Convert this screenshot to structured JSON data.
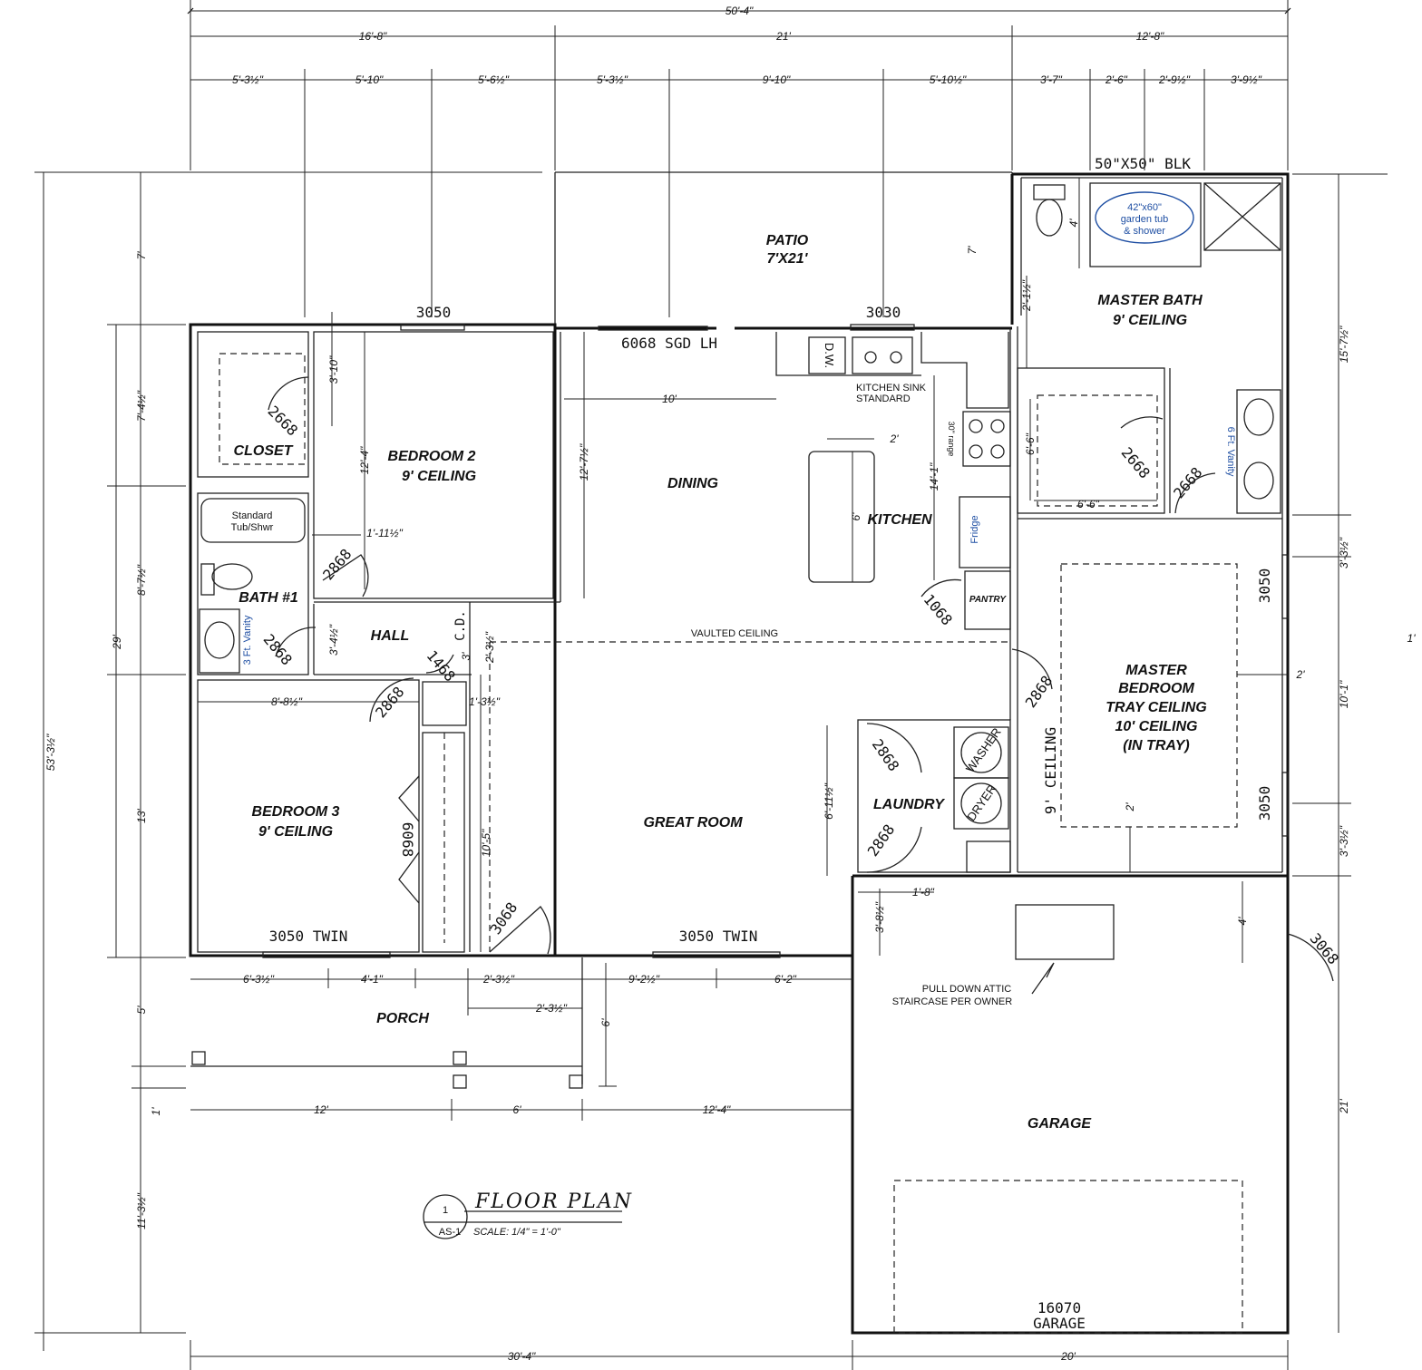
{
  "title": "FLOOR PLAN",
  "scale": "SCALE: 1/4\" = 1'-0\"",
  "sheet": {
    "number": "1",
    "ref": "AS-1"
  },
  "rooms": {
    "patio": [
      "PATIO",
      "7'X21'"
    ],
    "master_bath": [
      "MASTER BATH",
      "9' CEILING"
    ],
    "closet": "CLOSET",
    "bedroom2": [
      "BEDROOM 2",
      "9' CEILING"
    ],
    "dining": "DINING",
    "kitchen": "KITCHEN",
    "pantry": "PANTRY",
    "bath1": "BATH #1",
    "hall": "HALL",
    "master_bedroom": [
      "MASTER",
      "BEDROOM",
      "TRAY CEILING",
      "10' CEILING",
      "(IN TRAY)"
    ],
    "bedroom3": [
      "BEDROOM 3",
      "9' CEILING"
    ],
    "great_room": "GREAT ROOM",
    "laundry": "LAUNDRY",
    "porch": "PORCH",
    "garage": "GARAGE"
  },
  "fixtures": {
    "garden_tub": [
      "42\"x60\"",
      "garden tub",
      "& shower"
    ],
    "master_vanity": "6 Ft. Vanity",
    "bath1_vanity": "3 Ft. Vanity",
    "tub": [
      "Standard",
      "Tub/Shwr"
    ],
    "fridge": "Fridge",
    "range": "30\" range",
    "dishwasher": "D.W.",
    "sink": [
      "KITCHEN SINK",
      "STANDARD"
    ],
    "washer": "WASHER",
    "dryer": "DRYER",
    "block": "50\"X50\" BLK",
    "vaulted": "VAULTED CEILING",
    "ceiling9": "9' CEILING",
    "coat_closet": "C.D.",
    "attic": [
      "PULL DOWN ATTIC",
      "STAIRCASE PER OWNER"
    ]
  },
  "openings": {
    "w_bed2": "3050",
    "w_kitchen": "3030",
    "sgd": "6068 SGD LH",
    "w_bed3": "3050 TWIN",
    "w_great": "3050 TWIN",
    "w_master_top": "3050",
    "w_master_bot": "3050",
    "garage_door": [
      "16070",
      "GARAGE"
    ],
    "d_closet": "2668",
    "d_bed2": "2868",
    "d_bath1": "2868",
    "d_hall_closet": "1468",
    "d_bed3": "2868",
    "d_bed3_closet": "6068",
    "d_front": "3068",
    "d_pantry": "1068",
    "d_mb_closet": "2668",
    "d_mbath": "2668",
    "d_master": "2868",
    "d_laundry_top": "2868",
    "d_laundry_bot": "2868",
    "d_garage_side": "3068"
  },
  "dims": {
    "top_total": "50'-4\"",
    "top_sections": [
      "16'-8\"",
      "21'",
      "12'-8\""
    ],
    "top_details": [
      "5'-3½\"",
      "5'-10\"",
      "5'-6½\"",
      "5'-3½\"",
      "9'-10\"",
      "5'-10½\"",
      "3'-7\"",
      "2'-6\"",
      "2'-9½\"",
      "3'-9½\""
    ],
    "left_total": "53'-3½\"",
    "left_sections": [
      "7'",
      "29'",
      "5'",
      "1'",
      "11'-3½\""
    ],
    "left_inner": [
      "7'-4½\"",
      "8'-7½\"",
      "13'"
    ],
    "right": [
      "15'-7½\"",
      "3'-3½\"",
      "10'-1\"",
      "3'-3½\"",
      "21'"
    ],
    "right_offset": "1'",
    "bottom": [
      "30'-4\"",
      "20'"
    ],
    "porch_row1": [
      "6'-3½\"",
      "4'-1\"",
      "2'-3½\"",
      "9'-2½\"",
      "6'-2\""
    ],
    "porch_row2": [
      "2'-3½\""
    ],
    "porch_row3": [
      "12'",
      "6'",
      "12'-4\""
    ],
    "interior": {
      "patio_depth": "7'",
      "patio_depth2": "7'",
      "closet_depth": "3'-10\"",
      "bed2_depth": "12'-4\"",
      "bath_gap": "1'-11½\"",
      "dining_w": "10'",
      "dining_d": "12'-7½\"",
      "island_w": "2'",
      "island_l": "6'",
      "kitchen_d": "14'-1\"",
      "mbath_a": "2'-1½\"",
      "mbath_b": "4'",
      "mb_closet_w": "6'-6\"",
      "mb_closet_d": "6'-6\"",
      "hall_d": "3'-4½\"",
      "vault_a": "2'-3½\"",
      "cd_d": "3'",
      "bed3_w": "8'-8½\"",
      "small_a": "1'-3½\"",
      "great_d": "10'-5\"",
      "laundry_d": "6'-11½\"",
      "garage_a": "1'-8\"",
      "garage_b": "3'-8½\"",
      "garage_c": "4'",
      "master_a": "2'",
      "master_b": "2'",
      "porch_d": "6'"
    }
  }
}
